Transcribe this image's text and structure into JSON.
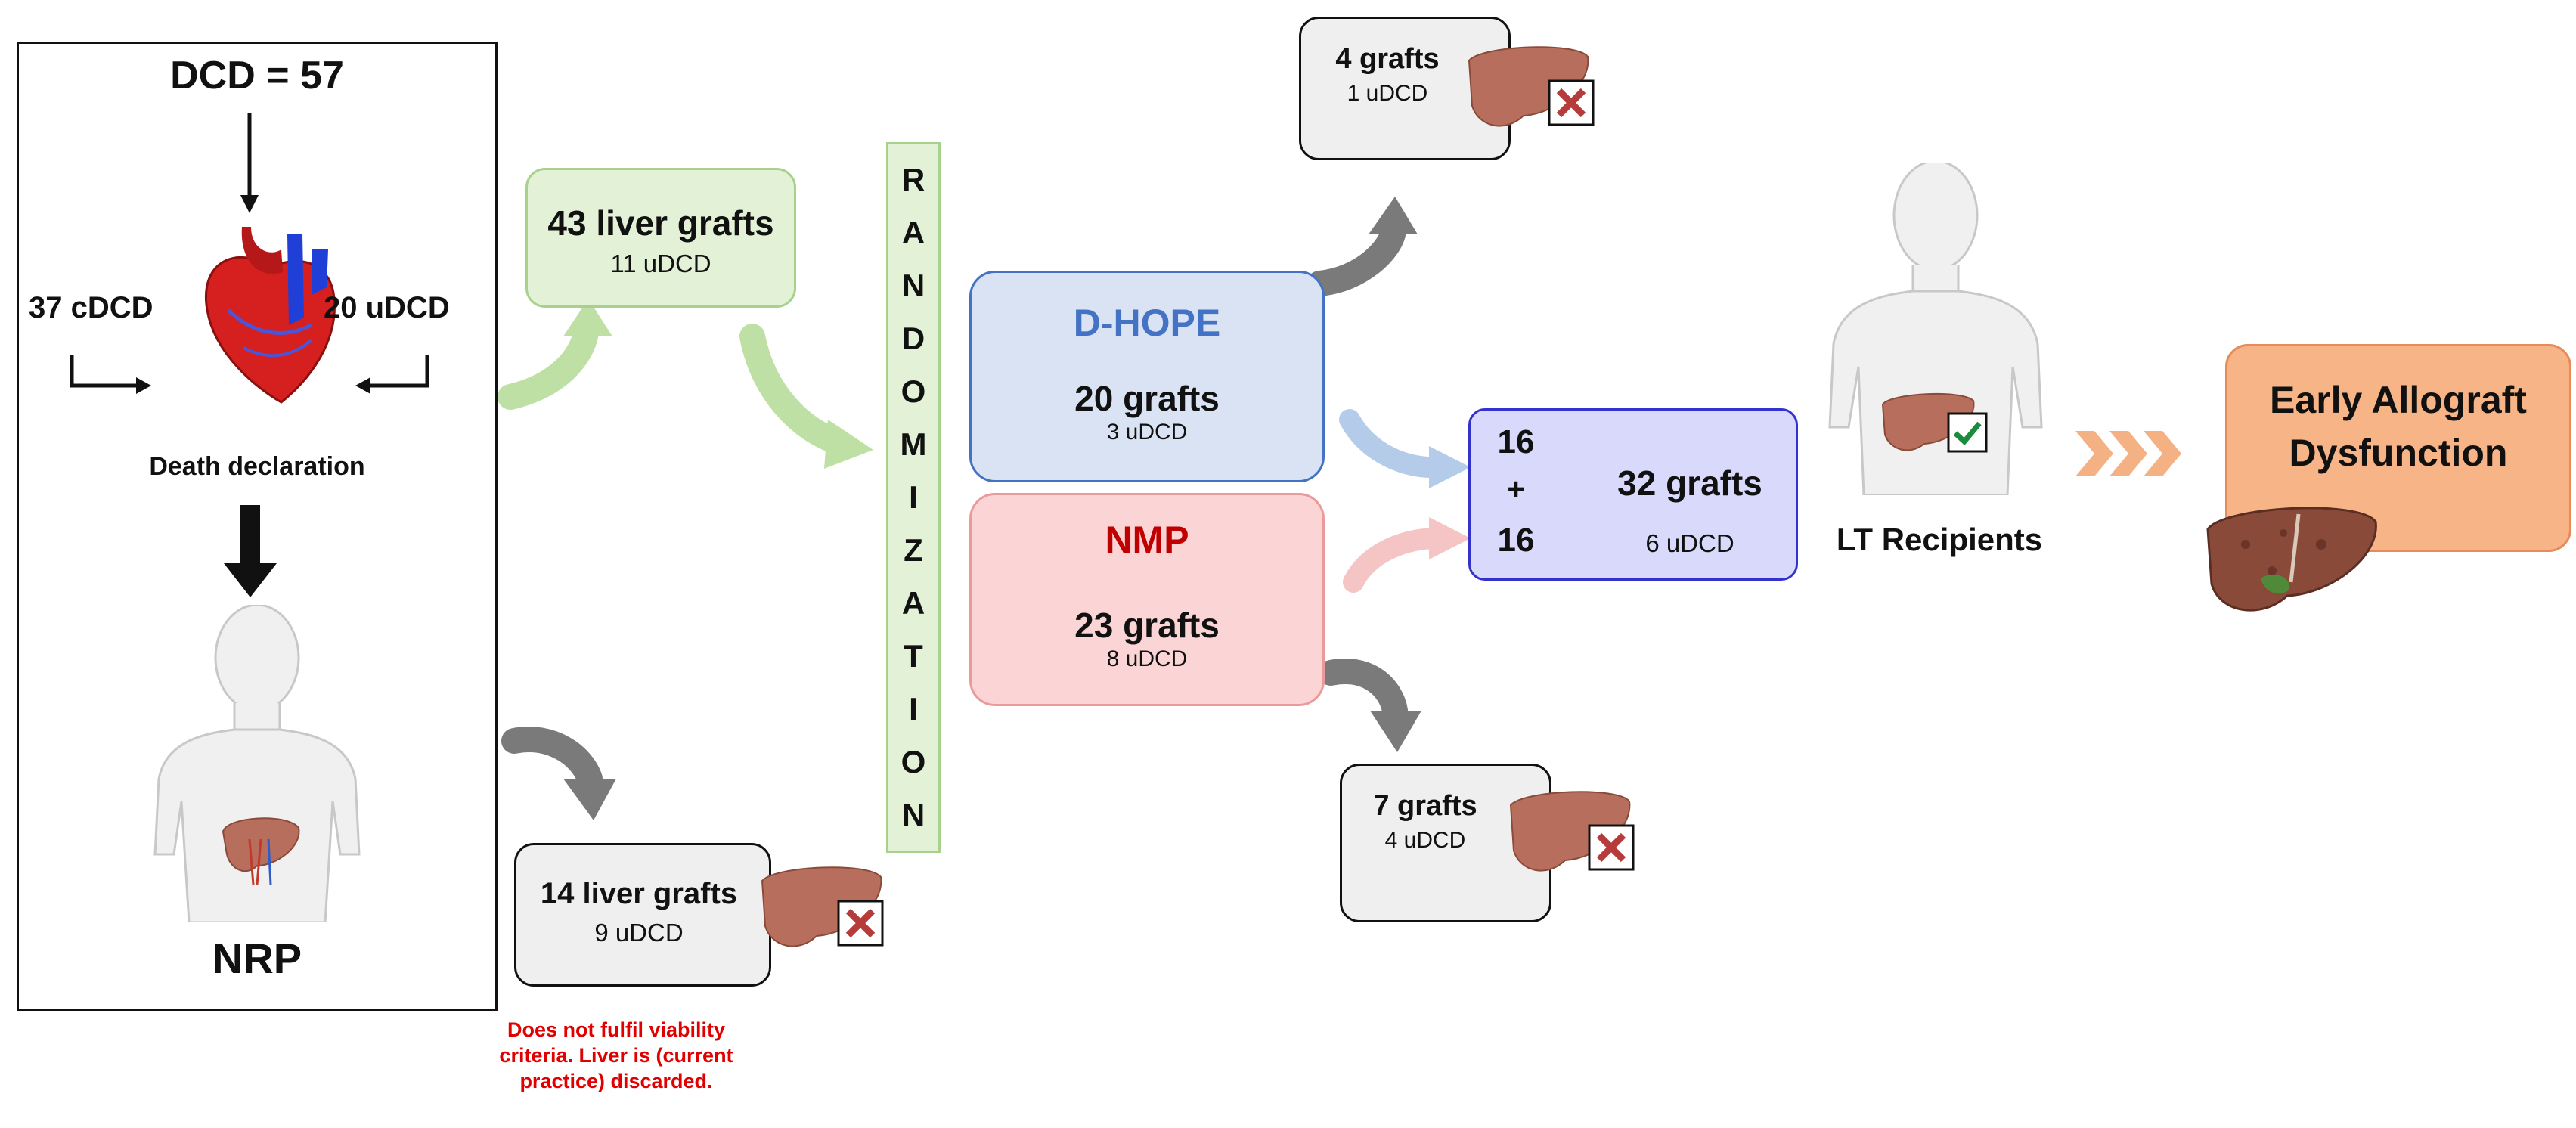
{
  "dcd_panel": {
    "total": "DCD = 57",
    "cdcd": "37 cDCD",
    "udcd": "20 uDCD",
    "death_declaration": "Death declaration",
    "nrp": "NRP"
  },
  "included_box": {
    "title": "43 liver grafts",
    "sub": "11 uDCD"
  },
  "excluded_nrp_box": {
    "title": "14 liver grafts",
    "sub": "9 uDCD"
  },
  "discard_note": [
    "Does not fulfil viability",
    "criteria. Liver is (current",
    "practice) discarded."
  ],
  "randomization": [
    "R",
    "A",
    "N",
    "D",
    "O",
    "M",
    "I",
    "Z",
    "A",
    "T",
    "I",
    "O",
    "N"
  ],
  "dhope": {
    "name": "D-HOPE",
    "title": "20 grafts",
    "sub": "3 uDCD"
  },
  "nmp": {
    "name": "NMP",
    "title": "23 grafts",
    "sub": "8 uDCD"
  },
  "dhope_discard": {
    "title": "4 grafts",
    "sub": "1 uDCD"
  },
  "nmp_discard": {
    "title": "7 grafts",
    "sub": "4 uDCD"
  },
  "transplanted": {
    "top": "16",
    "plus": "+",
    "bottom": "16",
    "title": "32 grafts",
    "sub": "6 uDCD"
  },
  "recipients": "LT Recipients",
  "outcome": {
    "line1": "Early Allograft",
    "line2": "Dysfunction"
  },
  "colors": {
    "green_fill": "#e3f1d6",
    "green_border": "#a9d18e",
    "blue_fill": "#dae3f3",
    "blue_border": "#4472c4",
    "blue_text": "#4472c4",
    "red_fill": "#fbd5d5",
    "red_border": "#e99a9a",
    "red_text": "#c00000",
    "purple_fill": "#d9d9fb",
    "purple_border": "#3333cc",
    "orange_fill": "#f7b587",
    "orange_border": "#e88b5a",
    "gray_fill": "#efefef",
    "discard_note": "#e00000"
  },
  "icons": [
    "heart-icon",
    "liver-icon",
    "x-mark-icon",
    "check-mark-icon",
    "human-torso-icon",
    "curved-arrow-icon",
    "chevron-arrows-icon"
  ]
}
